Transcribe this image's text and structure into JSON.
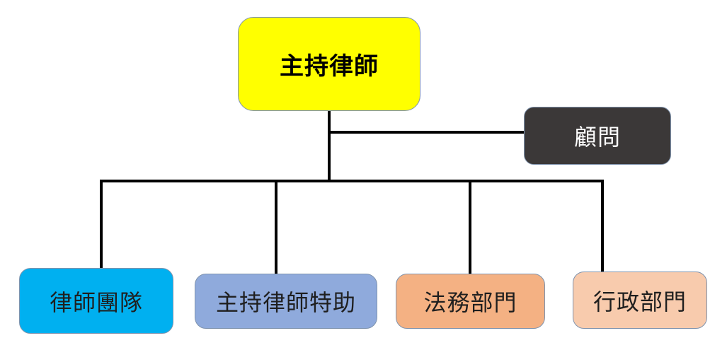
{
  "org_chart": {
    "head": {
      "label": "主持律師",
      "fill": "#ffff00",
      "text_color": "#000000"
    },
    "advisor": {
      "label": "顧問",
      "fill": "#3b3838",
      "text_color": "#ffffff"
    },
    "departments": [
      {
        "label": "律師團隊",
        "fill": "#00b0f0",
        "text_color": "#1f1f1f"
      },
      {
        "label": "主持律師特助",
        "fill": "#8faadc",
        "text_color": "#1f1f1f"
      },
      {
        "label": "法務部門",
        "fill": "#f4b183",
        "text_color": "#1f1f1f"
      },
      {
        "label": "行政部門",
        "fill": "#f8cbad",
        "text_color": "#1f1f1f"
      }
    ],
    "connector_color": "#000000"
  }
}
